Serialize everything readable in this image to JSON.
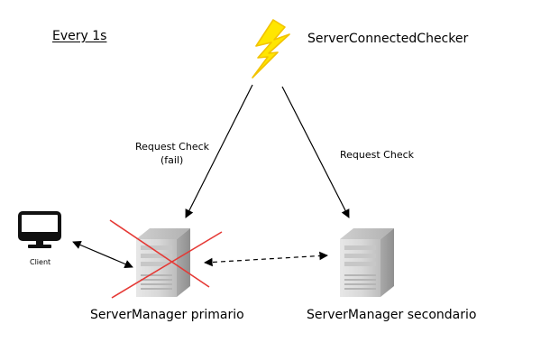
{
  "diagram": {
    "frequency_label": "Every 1s",
    "checker": {
      "label": "ServerConnectedChecker",
      "icon": "lightning-bolt-icon",
      "color": "#FFE600"
    },
    "edges": {
      "request_check_primary": "Request Check",
      "request_check_primary_status": "(fail)",
      "request_check_secondary": "Request Check"
    },
    "client": {
      "label": "Client",
      "icon": "monitor-icon"
    },
    "primary_server": {
      "label": "ServerManager primario",
      "icon": "server-tower-icon",
      "status": "failed",
      "cross_color": "#E53935"
    },
    "secondary_server": {
      "label": "ServerManager secondario",
      "icon": "server-tower-icon"
    }
  }
}
